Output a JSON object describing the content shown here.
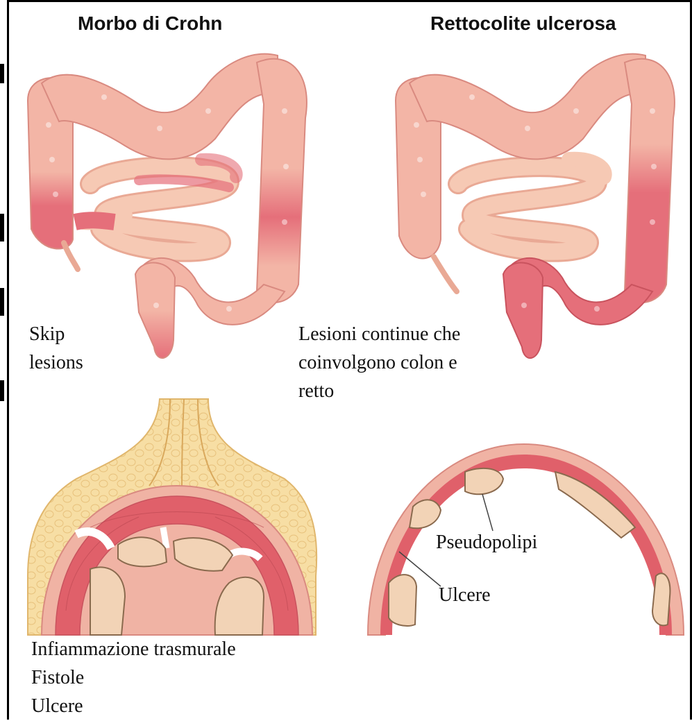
{
  "titles": {
    "left": "Morbo di Crohn",
    "right": "Rettocolite ulcerosa"
  },
  "labels": {
    "skip_line1": "Skip",
    "skip_line2": "lesions",
    "continuous_line1": "Lesioni continue che",
    "continuous_line2": "coinvolgono colon e",
    "continuous_line3": "retto",
    "pseudopolyps": "Pseudopolipi",
    "ulcers_right": "Ulcere",
    "transmural_line1": "Infiammazione trasmurale",
    "transmural_line2": "Fistole",
    "transmural_line3": "Ulcere"
  },
  "colors": {
    "colon_healthy": "#f3b5a6",
    "colon_inflamed": "#e56f7a",
    "small_bowel": "#f6c9b4",
    "fat": "#f7dea4",
    "wall_muscle": "#e0606a",
    "mucosa": "#f0b3a4",
    "polyp": "#f2d3b6"
  }
}
